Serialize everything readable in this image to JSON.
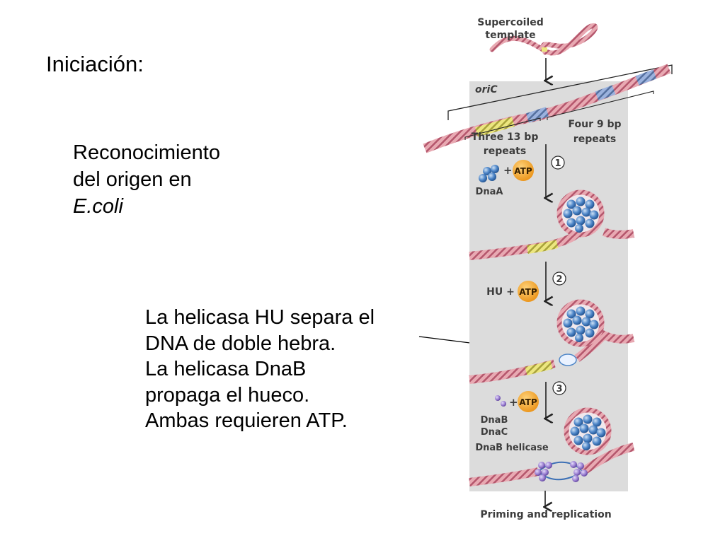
{
  "slide": {
    "title": "Iniciación:",
    "recognition": [
      "Reconocimiento",
      "del origen en",
      "E.coli"
    ],
    "note": [
      "La helicasa HU separa el",
      "DNA de doble hebra.",
      "La helicasa DnaB",
      "propaga el hueco.",
      "Ambas requieren ATP."
    ]
  },
  "figure": {
    "supercoiled": [
      "Supercoiled",
      "template"
    ],
    "oric": "oriC",
    "thirteen": [
      "Three 13 bp",
      "repeats"
    ],
    "nine": [
      "Four 9 bp",
      "repeats"
    ],
    "steps": [
      "1",
      "2",
      "3"
    ],
    "atp": "ATP",
    "plus": "+",
    "dnaa": "DnaA",
    "hu_plus": "HU +",
    "dnab": "DnaB",
    "dnac": "DnaC",
    "dnab_helicase": "DnaB helicase",
    "priming": "Priming and replication",
    "colors": {
      "panel": "#dcdcdc",
      "dna": "#e4a0aa",
      "dna_stripe": "#b55a6e",
      "repeat13": "#e8e07a",
      "repeat9": "#8ea6d8",
      "protein": "#4e86c8",
      "atp": "#f2a32a",
      "helicase": "#9a7fd1"
    }
  }
}
